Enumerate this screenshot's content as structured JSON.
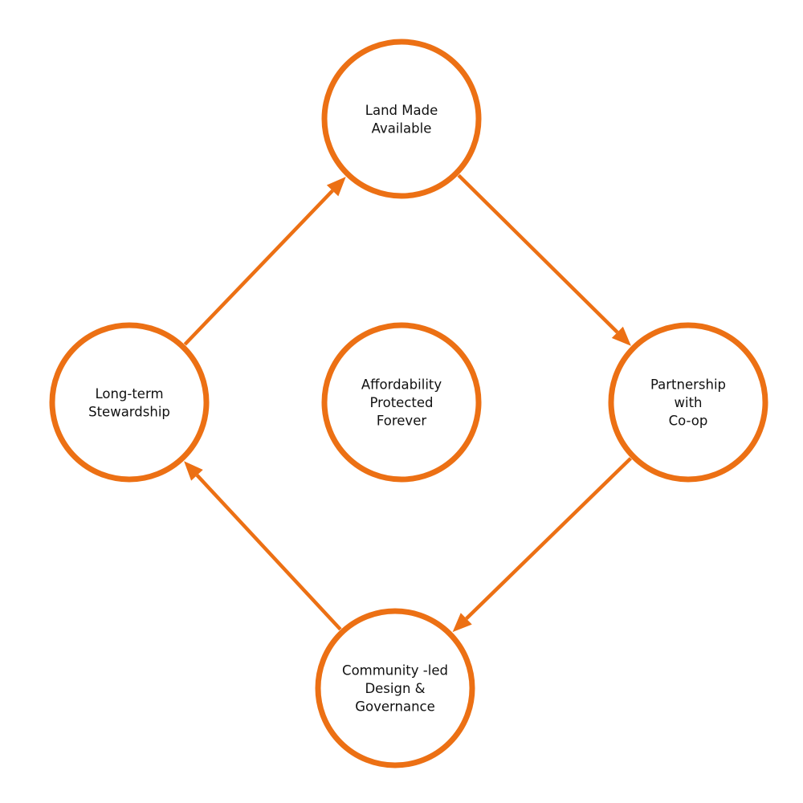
{
  "colors": {
    "accent": "#EC7014",
    "text": "#111111",
    "background": "#ffffff"
  },
  "nodes": [
    {
      "id": "land",
      "lines": [
        "Land Made",
        "Available"
      ]
    },
    {
      "id": "partnership",
      "lines": [
        "Partnership",
        "with",
        "Co-op"
      ]
    },
    {
      "id": "community",
      "lines": [
        "Community -led",
        "Design &",
        "Governance"
      ]
    },
    {
      "id": "stewardship",
      "lines": [
        "Long-term",
        "Stewardship"
      ]
    },
    {
      "id": "affordability",
      "lines": [
        "Affordability",
        "Protected",
        "Forever"
      ]
    }
  ],
  "edges": [
    {
      "from": "stewardship",
      "to": "land"
    },
    {
      "from": "land",
      "to": "partnership"
    },
    {
      "from": "partnership",
      "to": "community"
    },
    {
      "from": "community",
      "to": "stewardship"
    }
  ]
}
